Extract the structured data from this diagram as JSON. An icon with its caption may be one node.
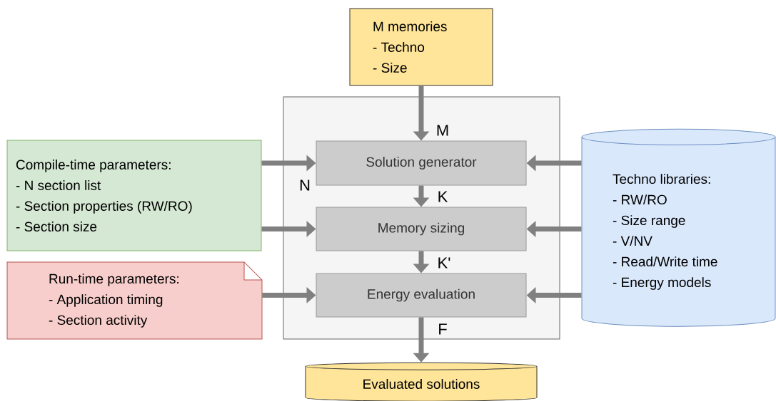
{
  "diagram": {
    "nodes": [
      {
        "text": [
          "M memories",
          "- Techno",
          "- Size"
        ]
      },
      {
        "text": [],
        "shape": "box"
      },
      {
        "text": [
          "Solution generator"
        ],
        "in": 1
      },
      {
        "text": [
          "Memory sizing"
        ],
        "in": 1
      },
      {
        "text": [
          "Energy evaluation"
        ],
        "in": 1
      },
      {
        "text": [
          "Compile-time parameters:",
          "- N section list",
          "- Section properties (RW/RO)",
          "- Section size"
        ]
      },
      {
        "text": [
          "Run-time parameters:",
          "- Application timing",
          "- Section activity"
        ]
      },
      {
        "text": [
          "Techno libraries:",
          "- RW/RO",
          "- Size range",
          "- V/NV",
          "- Read/Write time",
          "- Energy models"
        ]
      },
      {
        "text": [
          "Evaluated solutions"
        ]
      }
    ],
    "edges": [
      {
        "from": 0,
        "to": 2,
        "arrow": "to",
        "label": "M"
      },
      {
        "from": 5,
        "to": 2,
        "arrow": "to",
        "label": "N"
      },
      {
        "from": 5,
        "to": 3,
        "arrow": "to"
      },
      {
        "from": 6,
        "to": 4,
        "arrow": "to"
      },
      {
        "from": 7,
        "to": 2,
        "arrow": "to"
      },
      {
        "from": 7,
        "to": 3,
        "arrow": "to"
      },
      {
        "from": 7,
        "to": 4,
        "arrow": "to"
      },
      {
        "from": 2,
        "to": 3,
        "arrow": "to",
        "label": "K"
      },
      {
        "from": 3,
        "to": 4,
        "arrow": "to",
        "label": "K'"
      },
      {
        "from": 4,
        "to": 8,
        "arrow": "to",
        "label": "F"
      }
    ]
  }
}
